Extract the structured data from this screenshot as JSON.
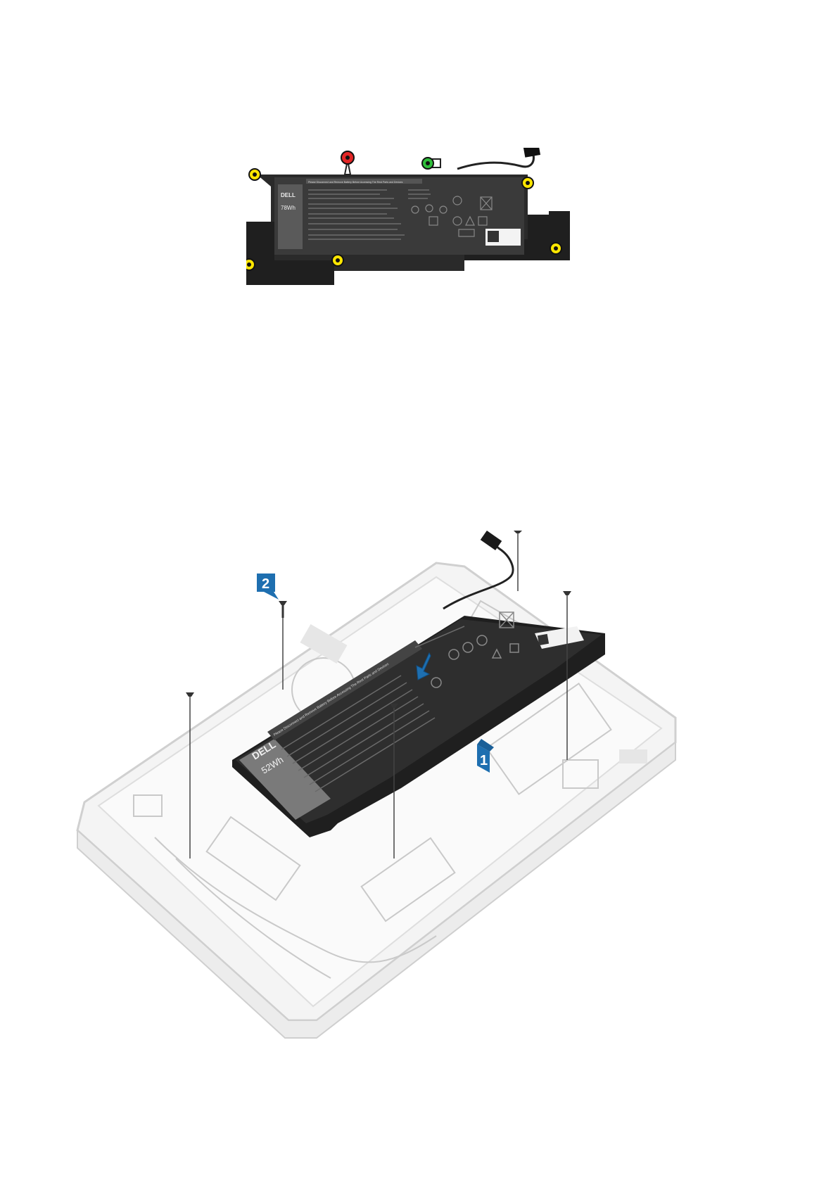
{
  "figure_top": {
    "battery": {
      "brand": "DELL",
      "capacity": "78Wh",
      "warning_text": "Please Disconnect and Remove Battery Before Accessing The Rest Parts and Devices"
    },
    "screw_markers": {
      "yellow": "#ffe600",
      "red": "#e32626",
      "green": "#2fbf3a"
    }
  },
  "figure_bottom": {
    "battery": {
      "brand": "DELL",
      "capacity": "52Wh",
      "warning_text": "Please Disconnect and Remove Battery Before Accessing The Rest Parts and Devices"
    },
    "callouts": [
      {
        "label": "1"
      },
      {
        "label": "2"
      }
    ],
    "callout_color": "#1e6fb0",
    "arrow_color": "#1e6fb0"
  }
}
